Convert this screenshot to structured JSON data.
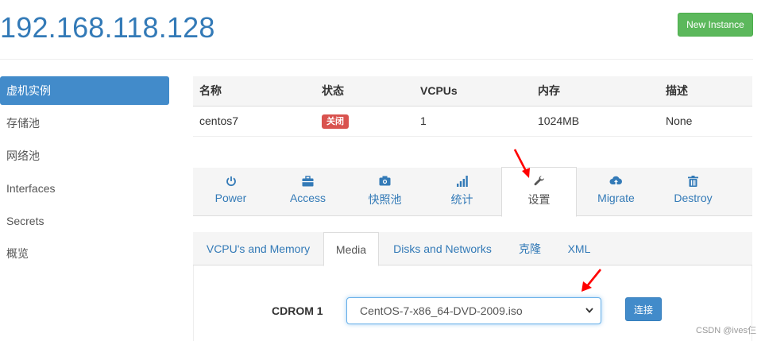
{
  "header": {
    "host": "192.168.118.128",
    "new_instance_label": "New Instance"
  },
  "sidebar": {
    "items": [
      {
        "label": "虚机实例",
        "active": true
      },
      {
        "label": "存储池"
      },
      {
        "label": "网络池"
      },
      {
        "label": "Interfaces"
      },
      {
        "label": "Secrets"
      },
      {
        "label": "概览"
      }
    ]
  },
  "table": {
    "columns": [
      "名称",
      "状态",
      "VCPUs",
      "内存",
      "描述"
    ],
    "rows": [
      {
        "name": "centos7",
        "status": "关闭",
        "vcpus": "1",
        "memory": "1024MB",
        "description": "None"
      }
    ]
  },
  "actions": {
    "tabs": [
      {
        "label": "Power",
        "icon": "power-icon"
      },
      {
        "label": "Access",
        "icon": "briefcase-icon"
      },
      {
        "label": "快照池",
        "icon": "camera-icon"
      },
      {
        "label": "统计",
        "icon": "signal-icon"
      },
      {
        "label": "设置",
        "icon": "wrench-icon",
        "active": true
      },
      {
        "label": "Migrate",
        "icon": "cloud-upload-icon"
      },
      {
        "label": "Destroy",
        "icon": "trash-icon"
      }
    ]
  },
  "settings": {
    "tabs": [
      {
        "label": "VCPU's and Memory"
      },
      {
        "label": "Media",
        "active": true
      },
      {
        "label": "Disks and Networks"
      },
      {
        "label": "克隆"
      },
      {
        "label": "XML"
      }
    ]
  },
  "media": {
    "cdrom_label": "CDROM 1",
    "selected_iso": "CentOS-7-x86_64-DVD-2009.iso",
    "connect_label": "连接"
  },
  "watermark": "CSDN @ives仨",
  "colors": {
    "accent": "#337ab7",
    "success": "#5cb85c",
    "danger": "#d9534f",
    "primary": "#428bca",
    "arrow": "#f00"
  }
}
